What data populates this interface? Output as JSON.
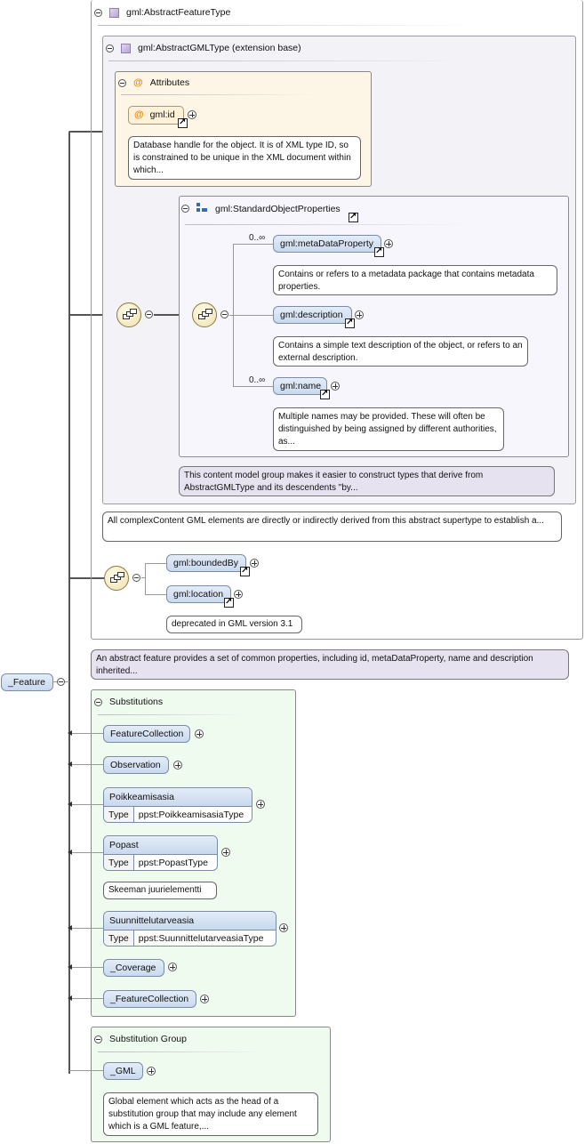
{
  "abstract_feature_type": {
    "label": "gml:AbstractFeatureType",
    "doc": "An abstract feature provides a set of common properties, including id, metaDataProperty, name and description inherited..."
  },
  "abstract_gml_type": {
    "label": "gml:AbstractGMLType (extension base)",
    "doc": "All complexContent GML elements are directly or indirectly derived from this abstract supertype to establish a..."
  },
  "attributes": {
    "title": "Attributes",
    "at_symbol": "@",
    "id_label": "gml:id",
    "id_doc": "Database handle for the object. It is of XML type ID, so is constrained to be unique in the XML document within which..."
  },
  "standard_object_properties": {
    "label": "gml:StandardObjectProperties",
    "doc": "This content model group makes it easier to construct types that derive from AbstractGMLType and its descendents \"by...",
    "items": [
      {
        "label": "gml:metaDataProperty",
        "mult": "0..∞",
        "doc": "Contains or refers to a metadata package that contains metadata properties."
      },
      {
        "label": "gml:description",
        "mult": "",
        "doc": "Contains a simple text description of the object, or refers to an external description."
      },
      {
        "label": "gml:name",
        "mult": "0..∞",
        "doc": "Multiple names may be provided. These will often be distinguished by being assigned by different authorities, as..."
      }
    ]
  },
  "feature_props": {
    "bounded_by": "gml:boundedBy",
    "location": "gml:location",
    "location_doc": "deprecated in GML version 3.1"
  },
  "root": {
    "label": "_Feature"
  },
  "substitutions": {
    "title": "Substitutions",
    "feature_collection": "FeatureCollection",
    "observation": "Observation",
    "type_key": "Type",
    "poikkeamisasia": {
      "name": "Poikkeamisasia",
      "type": "ppst:PoikkeamisasiaType"
    },
    "popast": {
      "name": "Popast",
      "type": "ppst:PopastType",
      "doc": "Skeeman juurielementti"
    },
    "suunnittelutarveasia": {
      "name": "Suunnittelutarveasia",
      "type": "ppst:SuunnittelutarveasiaType"
    },
    "coverage": "_Coverage",
    "feature_collection_abs": "_FeatureCollection"
  },
  "substitution_group": {
    "title": "Substitution Group",
    "gml": "_GML",
    "doc": "Global element which acts as the head of a substitution group that may include any element which is a GML feature,..."
  },
  "colors": {
    "element_fill": "#c9d9ee",
    "attribute_fill": "#fdf6e6",
    "substitution_fill": "#f0fbf0",
    "doc_purple": "#e7e2f0"
  }
}
